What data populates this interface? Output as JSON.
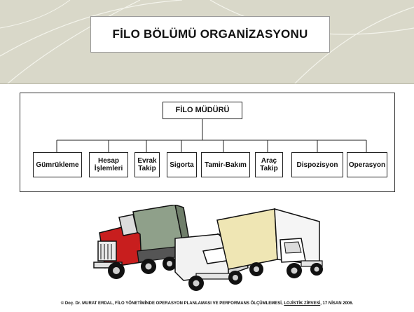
{
  "slide": {
    "title": "FİLO BÖLÜMÜ ORGANİZASYONU",
    "background_color": "#ffffff",
    "header_band_color": "#d9d8c9"
  },
  "org_chart": {
    "manager": "FİLO MÜDÜRÜ",
    "departments": [
      {
        "line1": "Gümrükleme",
        "line2": ""
      },
      {
        "line1": "Hesap",
        "line2": "İşlemleri"
      },
      {
        "line1": "Evrak",
        "line2": "Takip"
      },
      {
        "line1": "Sigorta",
        "line2": ""
      },
      {
        "line1": "Tamir-Bakım",
        "line2": ""
      },
      {
        "line1": "Araç",
        "line2": "Takip"
      },
      {
        "line1": "Dispozisyon",
        "line2": ""
      },
      {
        "line1": "Operasyon",
        "line2": ""
      }
    ]
  },
  "illustration": {
    "icons": [
      "red-truck-icon",
      "white-van-icon",
      "box-truck-icon"
    ]
  },
  "footer": {
    "text_before": "© Doç. Dr. MURAT ERDAL, FİLO YÖNETİMİNDE OPERASYON PLANLAMASI VE PERFORMANS ÖLÇÜMLEMESİ, ",
    "link_text": "LOJİSTİK ZİRVESİ",
    "text_after": ", 17 NİSAN 2006."
  }
}
